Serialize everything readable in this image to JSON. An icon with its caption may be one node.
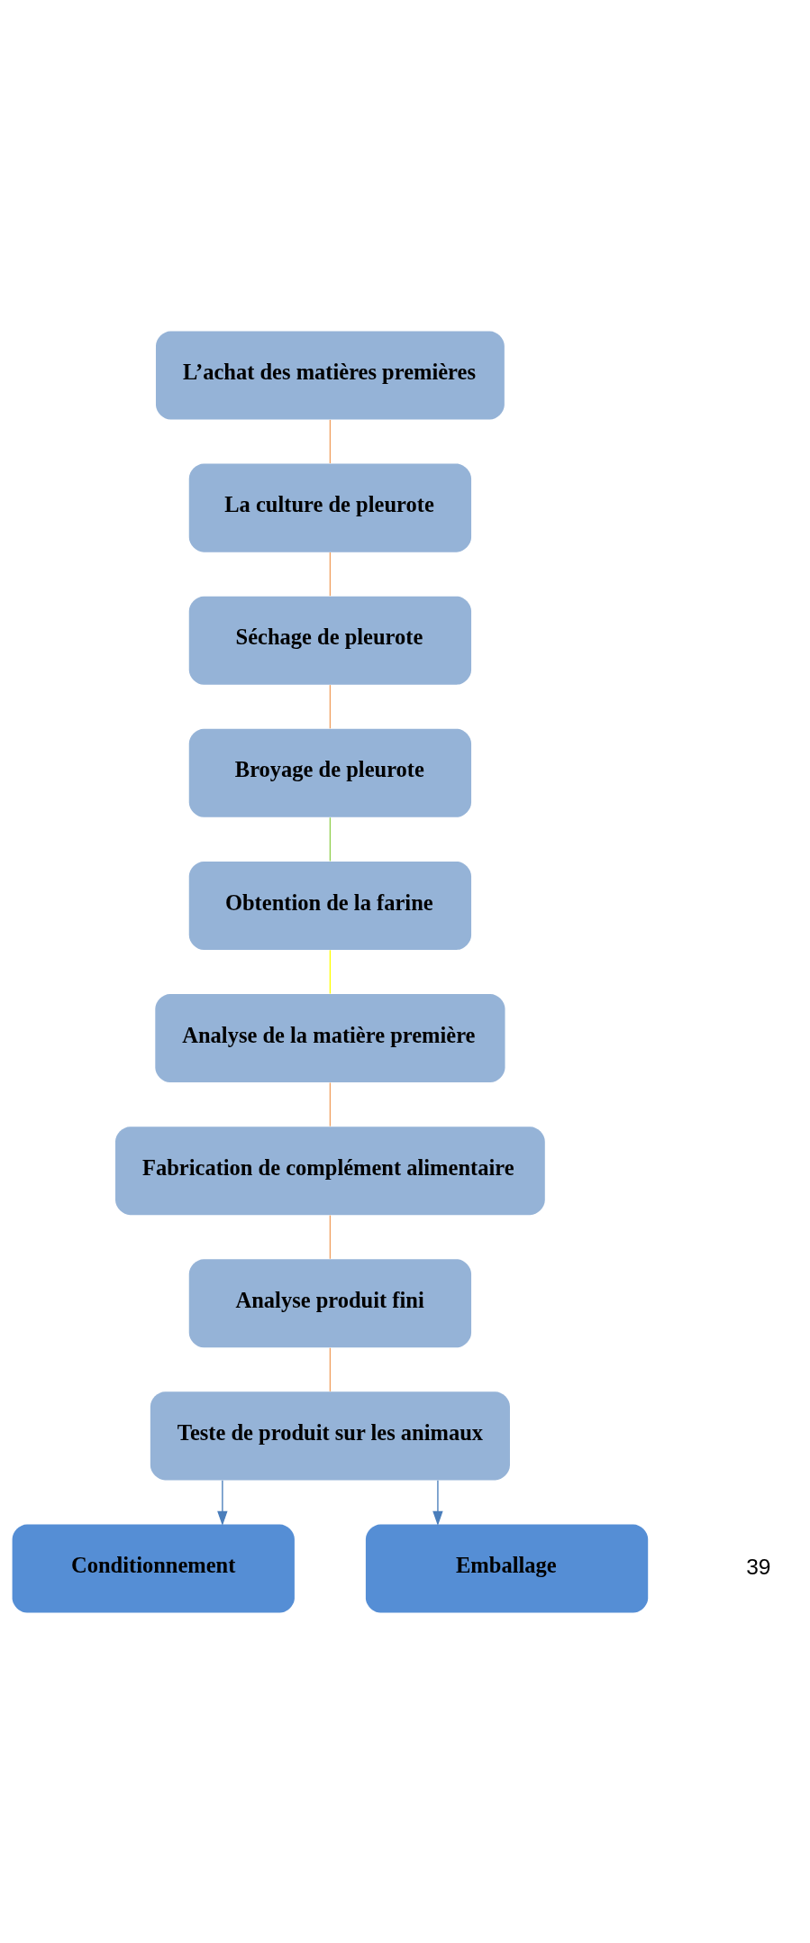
{
  "diagram": {
    "nodes": [
      {
        "text": [
          "L’achat des matières premières"
        ]
      },
      {
        "text": [
          "La culture de pleurote"
        ]
      },
      {
        "text": [
          "Séchage de pleurote"
        ]
      },
      {
        "text": [
          "Broyage de pleurote"
        ]
      },
      {
        "text": [
          "Obtention de la farine"
        ]
      },
      {
        "text": [
          "Analyse de la matière première"
        ]
      },
      {
        "text": [
          "Fabrication de complément alimentaire"
        ]
      },
      {
        "text": [
          "Analyse produit fini"
        ]
      },
      {
        "text": [
          "Teste de produit sur les animaux"
        ]
      },
      {
        "text": [
          "Conditionnement"
        ]
      },
      {
        "text": [
          "Emballage"
        ]
      }
    ],
    "edges": [
      {
        "from": 0,
        "to": 1,
        "arrow": "none"
      },
      {
        "from": 1,
        "to": 2,
        "arrow": "none"
      },
      {
        "from": 2,
        "to": 3,
        "arrow": "none"
      },
      {
        "from": 3,
        "to": 4,
        "arrow": "none",
        "color": "#92d050"
      },
      {
        "from": 4,
        "to": 5,
        "arrow": "none",
        "color": "#ffff00"
      },
      {
        "from": 5,
        "to": 6,
        "arrow": "none"
      },
      {
        "from": 6,
        "to": 7,
        "arrow": "none"
      },
      {
        "from": 7,
        "to": 8,
        "arrow": "none"
      },
      {
        "from": 8,
        "to": 9,
        "arrow": "to",
        "color": "#4a7ebb"
      },
      {
        "from": 8,
        "to": 10,
        "arrow": "to",
        "color": "#4a7ebb"
      }
    ],
    "labels": [
      "39"
    ]
  }
}
